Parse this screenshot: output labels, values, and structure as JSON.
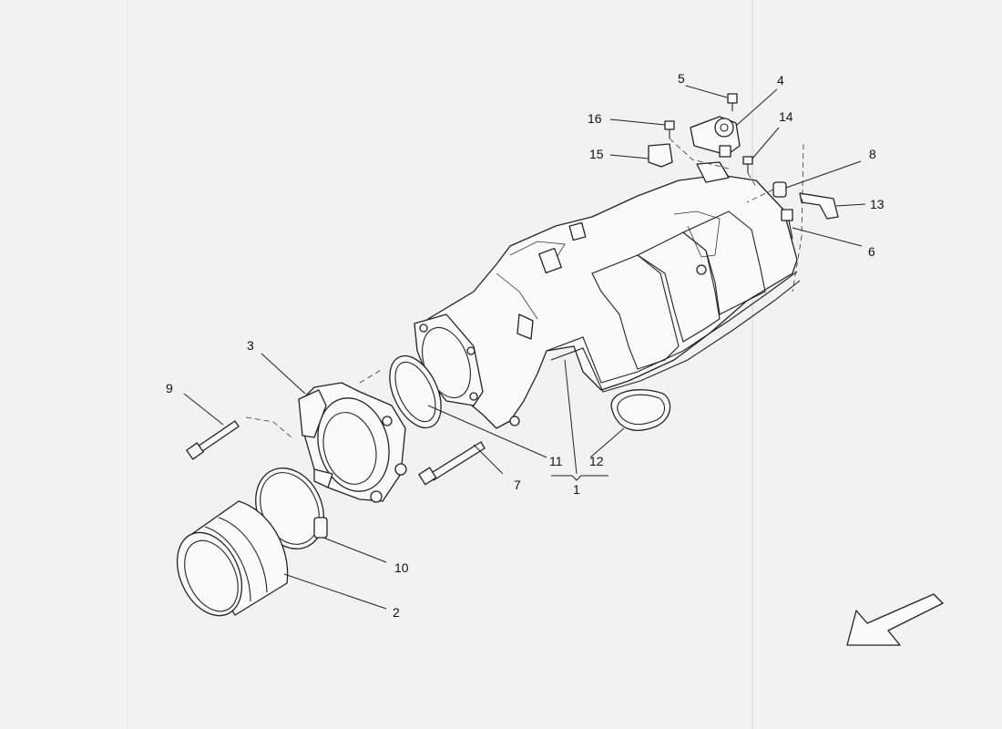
{
  "diagram": {
    "callouts": [
      {
        "id": "c1",
        "label": "1"
      },
      {
        "id": "c2",
        "label": "2"
      },
      {
        "id": "c3",
        "label": "3"
      },
      {
        "id": "c4",
        "label": "4"
      },
      {
        "id": "c5",
        "label": "5"
      },
      {
        "id": "c6",
        "label": "6"
      },
      {
        "id": "c7",
        "label": "7"
      },
      {
        "id": "c8",
        "label": "8"
      },
      {
        "id": "c9",
        "label": "9"
      },
      {
        "id": "c10",
        "label": "10"
      },
      {
        "id": "c11",
        "label": "11"
      },
      {
        "id": "c12",
        "label": "12"
      },
      {
        "id": "c13",
        "label": "13"
      },
      {
        "id": "c14",
        "label": "14"
      },
      {
        "id": "c15",
        "label": "15"
      },
      {
        "id": "c16",
        "label": "16"
      }
    ],
    "orientation_arrow": "front-arrow-icon"
  }
}
